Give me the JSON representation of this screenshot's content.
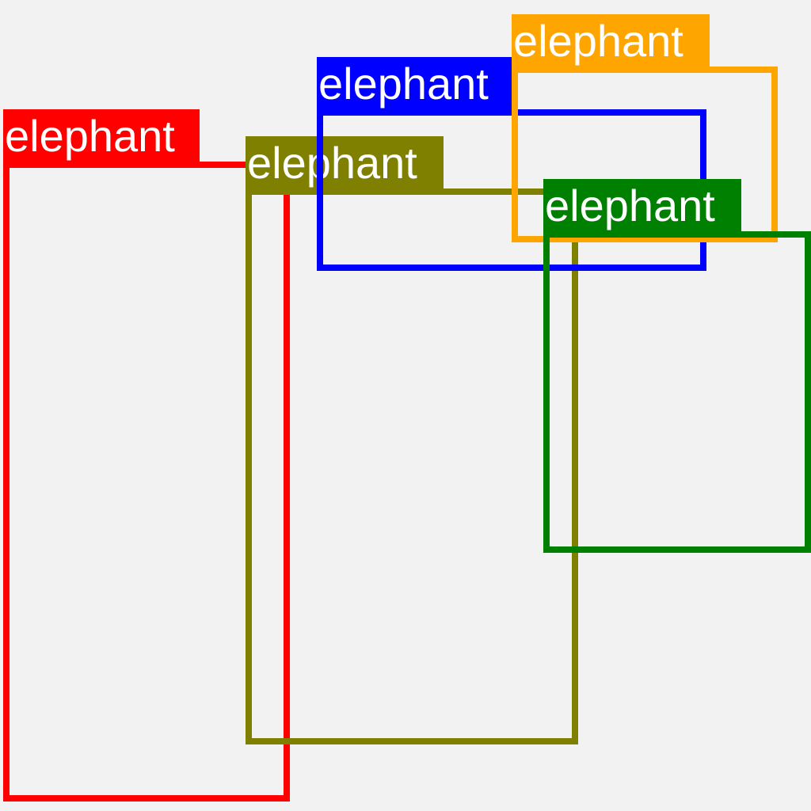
{
  "annotations": [
    {
      "label": "elephant",
      "color": "#ff0000"
    },
    {
      "label": "elephant",
      "color": "#808000"
    },
    {
      "label": "elephant",
      "color": "#0000ff"
    },
    {
      "label": "elephant",
      "color": "#ffa500"
    },
    {
      "label": "elephant",
      "color": "#008000"
    }
  ]
}
